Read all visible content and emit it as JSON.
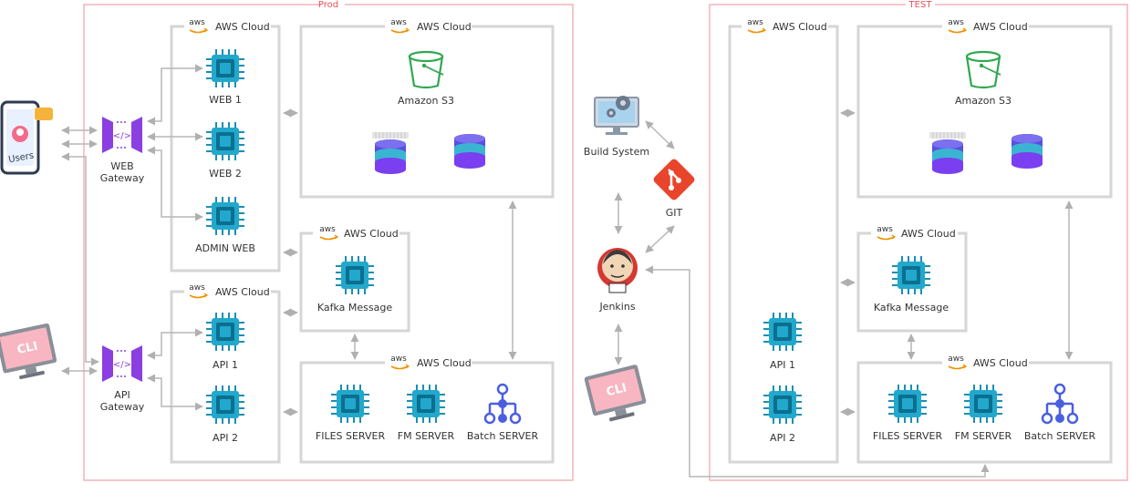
{
  "environments": {
    "prod": {
      "label": "Prod"
    },
    "test": {
      "label": "TEST"
    }
  },
  "cloud": {
    "label": "AWS Cloud",
    "logo_word": "aws"
  },
  "clients": {
    "users_label": "Users",
    "cli_label": "CLI"
  },
  "gateways": {
    "web_gateway": "WEB Gateway",
    "web_gateway_line1": "WEB",
    "web_gateway_line2": "Gateway",
    "api_gateway_line1": "API",
    "api_gateway_line2": "Gateway",
    "code_glyph": "</>"
  },
  "prod": {
    "web1": "WEB 1",
    "web2": "WEB 2",
    "admin_web": "ADMIN WEB",
    "api1": "API 1",
    "api2": "API 2",
    "s3": "Amazon S3",
    "kafka": "Kafka Message",
    "files_server": "FILES SERVER",
    "fm_server": "FM SERVER",
    "batch_server": "Batch SERVER"
  },
  "ci": {
    "build_system": "Build System",
    "git": "GIT",
    "jenkins": "Jenkins",
    "cli_label": "CLI"
  },
  "test": {
    "api1": "API 1",
    "api2": "API 2",
    "s3": "Amazon S3",
    "kafka": "Kafka Message",
    "files_server": "FILES SERVER",
    "fm_server": "FM SERVER",
    "batch_server": "Batch SERVER"
  },
  "colors": {
    "env_border": "#f4b3b8",
    "env_label": "#e8505b",
    "cloud_border": "#d6d6d6",
    "chip": "#1f9fc4",
    "chip_dark": "#0b6f8f",
    "gateway": "#8b3fe0",
    "arrow": "#b7b7b7",
    "git": "#e8452c",
    "db_top": "#6a4ee0",
    "db_mid": "#36b9c9",
    "db_bottom": "#7b3fe4",
    "batch": "#4a5fe0"
  }
}
